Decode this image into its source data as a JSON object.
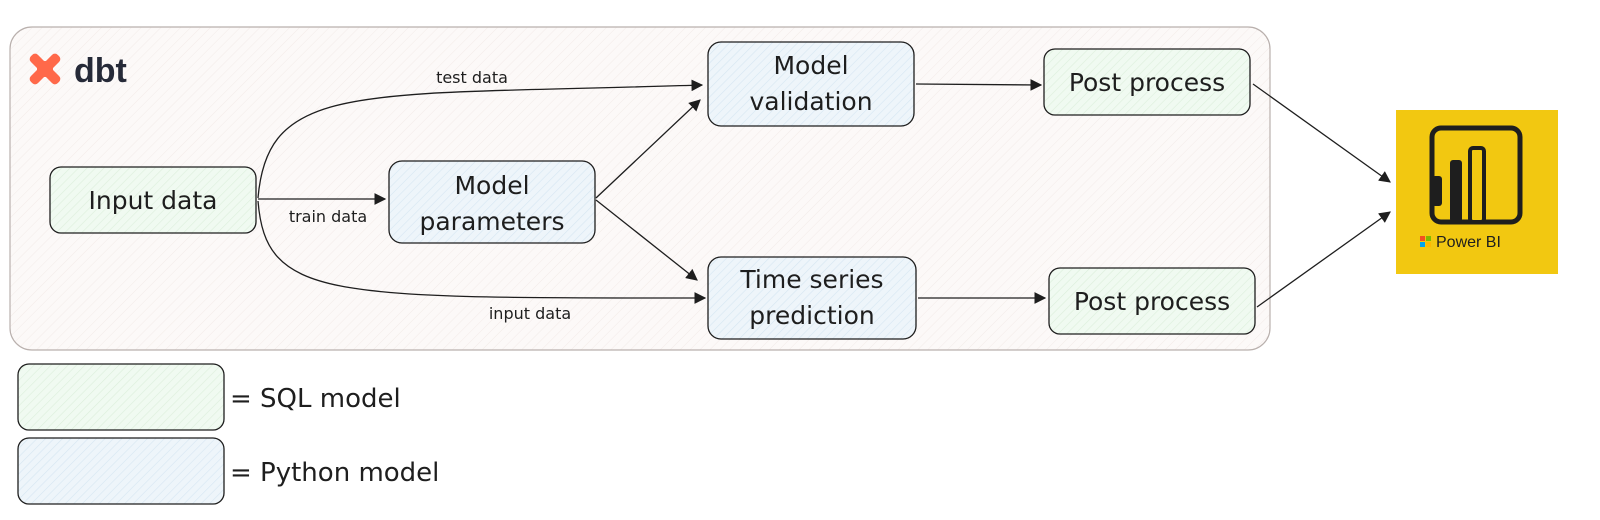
{
  "colors": {
    "sql_fill": "#f0faf1",
    "python_fill": "#eef5fa",
    "dbt_orange": "#ff694a",
    "powerbi_yellow": "#f2c811",
    "container_fill": "#fbf8f7"
  },
  "brand": {
    "dbt_logo_text": "dbt",
    "powerbi_label": "Power BI"
  },
  "nodes": {
    "input_data": {
      "lines": [
        "Input data"
      ],
      "kind": "sql"
    },
    "model_parameters": {
      "lines": [
        "Model",
        "parameters"
      ],
      "kind": "python"
    },
    "model_validation": {
      "lines": [
        "Model",
        "validation"
      ],
      "kind": "python"
    },
    "time_series_prediction": {
      "lines": [
        "Time series",
        "prediction"
      ],
      "kind": "python"
    },
    "post_process_top": {
      "lines": [
        "Post process"
      ],
      "kind": "sql"
    },
    "post_process_bottom": {
      "lines": [
        "Post process"
      ],
      "kind": "sql"
    }
  },
  "edges": {
    "test_data": "test data",
    "train_data": "train data",
    "input_data": "input data"
  },
  "legend": {
    "sql": "= SQL model",
    "python": "= Python model"
  }
}
